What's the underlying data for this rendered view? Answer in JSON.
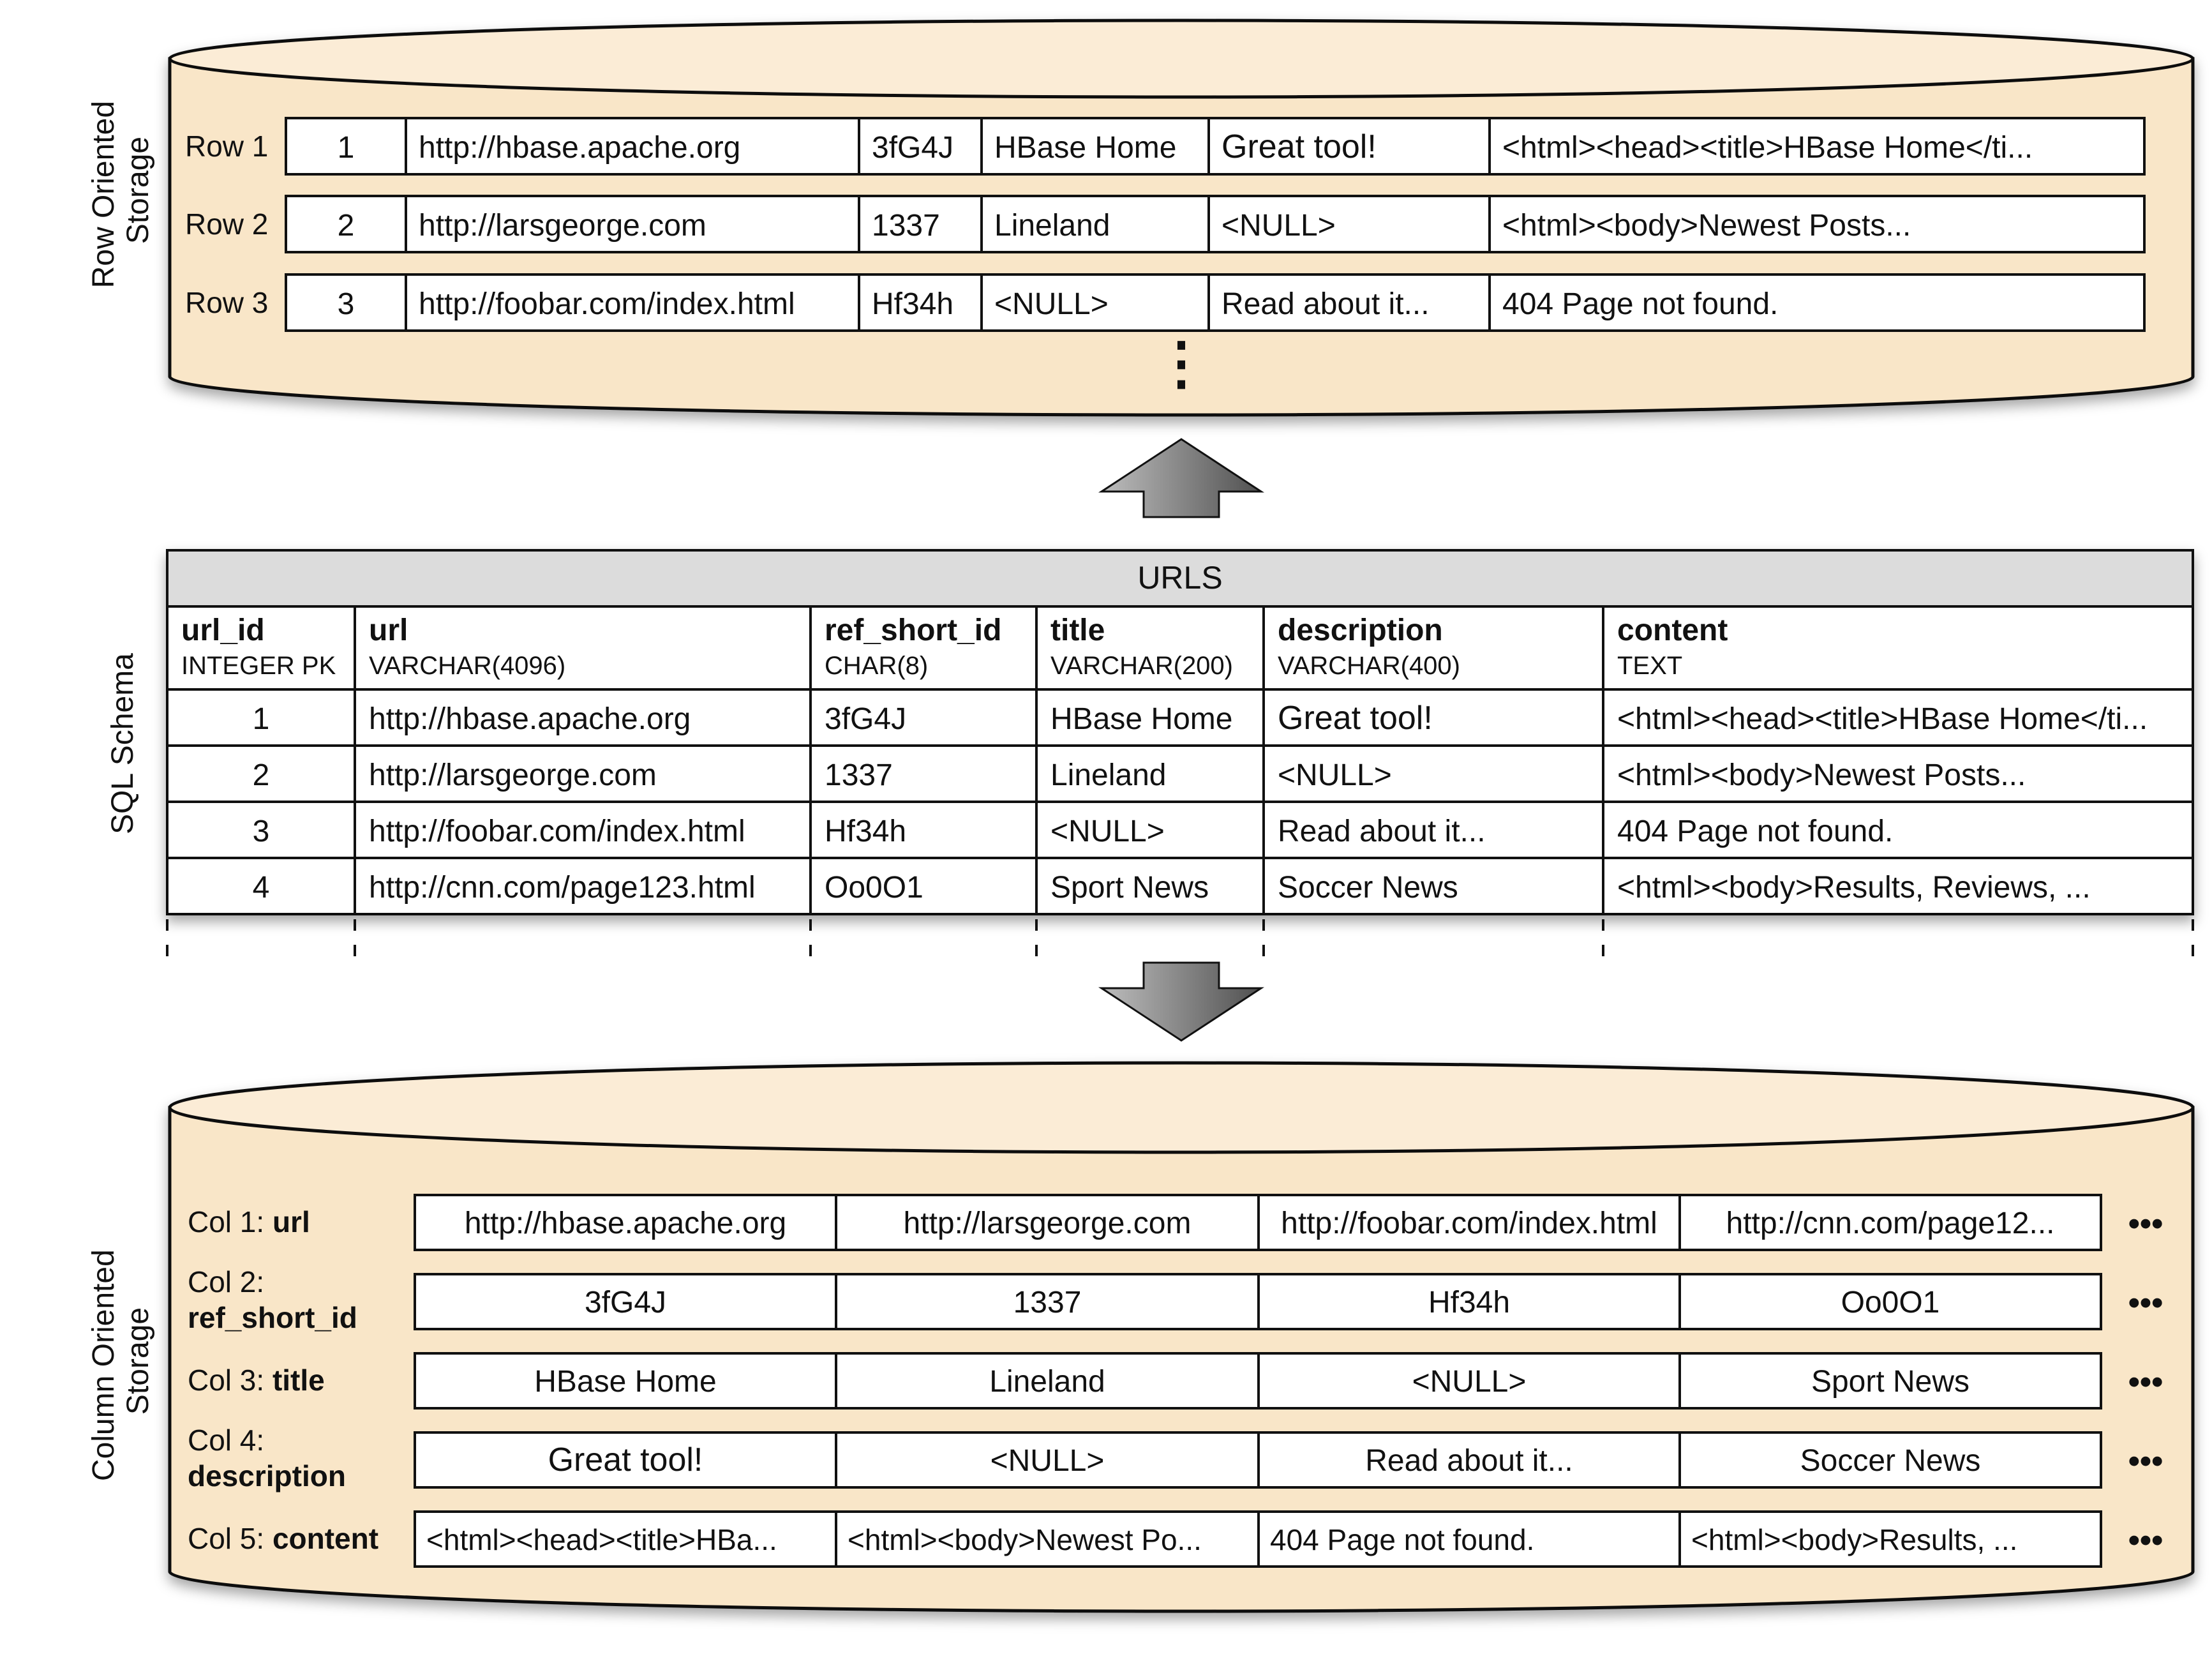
{
  "colors": {
    "cylinder_fill": "#f9e6c8",
    "cylinder_top": "#fbecd6",
    "stroke": "#111111",
    "table_header_fill": "#dcdcdc",
    "arrow_light": "#bdbdbd",
    "arrow_dark": "#505050"
  },
  "icons": {
    "up": "up-arrow-icon",
    "down": "down-arrow-icon",
    "more": "ellipsis-icon"
  },
  "row_storage": {
    "side_label": [
      "Row Oriented",
      "Storage"
    ],
    "rows": [
      {
        "label": "Row 1",
        "cells": [
          "1",
          "http://hbase.apache.org",
          "3fG4J",
          "HBase Home",
          "Great tool!",
          "<html><head><title>HBase Home</ti..."
        ]
      },
      {
        "label": "Row 2",
        "cells": [
          "2",
          "http://larsgeorge.com",
          "1337",
          "Lineland",
          "<NULL>",
          "<html><body>Newest Posts..."
        ]
      },
      {
        "label": "Row 3",
        "cells": [
          "3",
          "http://foobar.com/index.html",
          "Hf34h",
          "<NULL>",
          "Read about it...",
          "404 Page not found."
        ]
      }
    ],
    "more": "⋮"
  },
  "sql_schema": {
    "side_label": "SQL Schema",
    "table_name": "URLS",
    "columns": [
      {
        "name": "url_id",
        "type": "INTEGER PK"
      },
      {
        "name": "url",
        "type": "VARCHAR(4096)"
      },
      {
        "name": "ref_short_id",
        "type": "CHAR(8)"
      },
      {
        "name": "title",
        "type": "VARCHAR(200)"
      },
      {
        "name": "description",
        "type": "VARCHAR(400)"
      },
      {
        "name": "content",
        "type": "TEXT"
      }
    ],
    "rows": [
      [
        "1",
        "http://hbase.apache.org",
        "3fG4J",
        "HBase Home",
        "Great tool!",
        "<html><head><title>HBase Home</ti..."
      ],
      [
        "2",
        "http://larsgeorge.com",
        "1337",
        "Lineland",
        "<NULL>",
        "<html><body>Newest Posts..."
      ],
      [
        "3",
        "http://foobar.com/index.html",
        "Hf34h",
        "<NULL>",
        "Read about it...",
        "404 Page not found."
      ],
      [
        "4",
        "http://cnn.com/page123.html",
        "Oo0O1",
        "Sport News",
        "Soccer News",
        "<html><body>Results, Reviews, ..."
      ]
    ]
  },
  "column_storage": {
    "side_label": [
      "Column Oriented",
      "Storage"
    ],
    "cols": [
      {
        "prefix": "Col 1: ",
        "name": "url",
        "cells": [
          "http://hbase.apache.org",
          "http://larsgeorge.com",
          "http://foobar.com/index.html",
          "http://cnn.com/page12..."
        ]
      },
      {
        "prefix": "Col 2:",
        "name": "ref_short_id",
        "cells": [
          "3fG4J",
          "1337",
          "Hf34h",
          "Oo0O1"
        ]
      },
      {
        "prefix": "Col 3: ",
        "name": "title",
        "cells": [
          "HBase Home",
          "Lineland",
          "<NULL>",
          "Sport News"
        ]
      },
      {
        "prefix": "Col 4:",
        "name": "description",
        "cells": [
          "Great tool!",
          "<NULL>",
          "Read about it...",
          "Soccer News"
        ]
      },
      {
        "prefix": "Col 5: ",
        "name": "content",
        "cells": [
          "<html><head><title>HBa...",
          "<html><body>Newest Po...",
          "404 Page not found.",
          "<html><body>Results, ..."
        ]
      }
    ],
    "more": "•••"
  }
}
